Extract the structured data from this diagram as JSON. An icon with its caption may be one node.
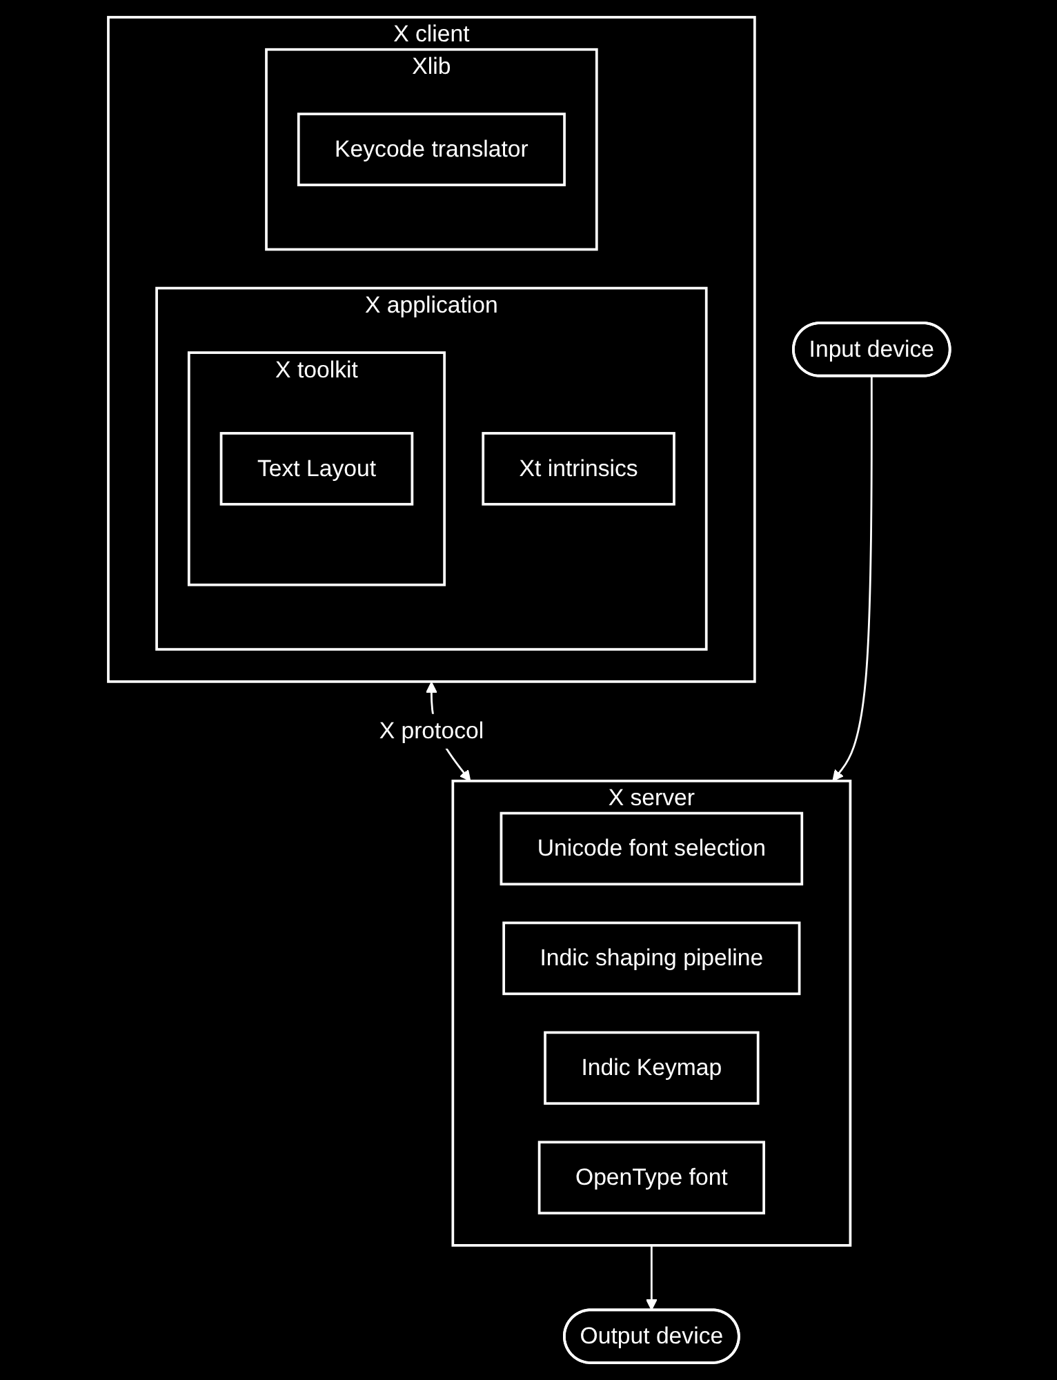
{
  "diagram": {
    "nodes": [
      {
        "text": [
          "X client"
        ]
      },
      {
        "text": [
          "X application"
        ],
        "in": 0
      },
      {
        "text": [
          "X toolkit"
        ],
        "in": 1
      },
      {
        "text": [
          "Text Layout"
        ],
        "in": 2
      },
      {
        "text": [
          "Xt intrinsics"
        ],
        "in": 1
      },
      {
        "text": [
          "Xlib"
        ],
        "in": 0
      },
      {
        "text": [
          "Keycode translator"
        ],
        "in": 5
      },
      {
        "text": [
          "X server"
        ]
      },
      {
        "text": [
          "Unicode font selection"
        ],
        "in": 7
      },
      {
        "text": [
          "Indic shaping pipeline"
        ],
        "in": 7
      },
      {
        "text": [
          "Indic Keymap"
        ],
        "in": 7
      },
      {
        "text": [
          "OpenType font"
        ],
        "in": 7
      },
      {
        "text": [
          "Input device"
        ]
      },
      {
        "text": [
          "Output device"
        ]
      }
    ],
    "edges": [
      {
        "from": 0,
        "to": 7,
        "arrow": "both",
        "label": "X protocol"
      },
      {
        "from": 12,
        "to": 7,
        "arrow": "to"
      },
      {
        "from": 7,
        "to": 13,
        "arrow": "to"
      }
    ]
  }
}
